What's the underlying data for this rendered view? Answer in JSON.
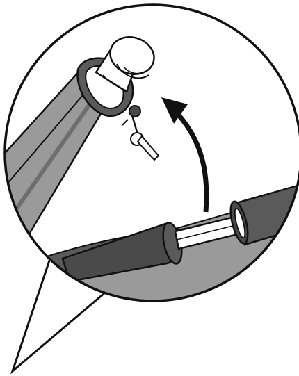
{
  "diagram": {
    "kind": "assembly-detail-callout",
    "elements": [
      "zoom-callout-circle",
      "callout-pointer",
      "frame-tube",
      "shoulder-strap-sleeve",
      "support-pole",
      "pole-end-cap",
      "locking-pin",
      "pole-sleeve-left",
      "pole-sleeve-right",
      "rotation-arrow"
    ]
  },
  "colors": {
    "outline": "#111111",
    "fabric_light": "#9a9a9a",
    "fabric_dark": "#5a5a5a",
    "fabric_shadow": "#4a4a4a",
    "metal": "#ffffff",
    "background": "#ffffff"
  }
}
